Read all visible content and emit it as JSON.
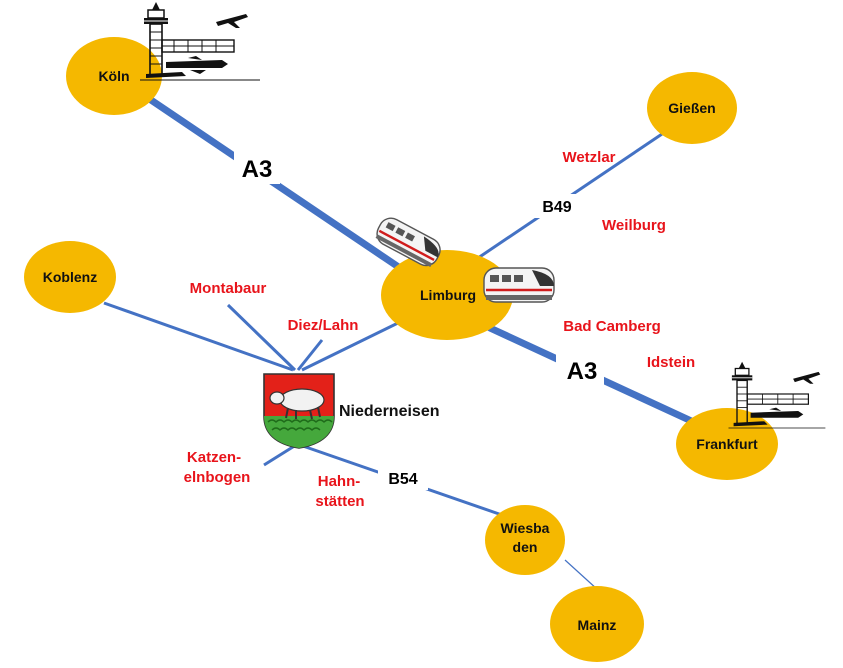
{
  "colors": {
    "city_fill": "#f5b800",
    "road_blue": "#4472c4",
    "road_thin_blue": "#5b7fc4",
    "place_red": "#e8141b",
    "shield_red": "#e32119",
    "shield_green": "#45a83c"
  },
  "cities": {
    "koeln": "Köln",
    "giessen": "Gießen",
    "koblenz": "Koblenz",
    "limburg": "Limburg",
    "frankfurt": "Frankfurt",
    "wiesbaden_line1": "Wiesba",
    "wiesbaden_line2": "den",
    "mainz": "Mainz"
  },
  "highlight": {
    "niederneisen": "Niederneisen"
  },
  "roads": {
    "a3_north": "A3",
    "a3_south": "A3",
    "b49": "B49",
    "b54": "B54"
  },
  "places": {
    "wetzlar": "Wetzlar",
    "weilburg": "Weilburg",
    "montabaur": "Montabaur",
    "diez": "Diez/Lahn",
    "bad_camberg": "Bad Camberg",
    "idstein": "Idstein",
    "katzen_line1": "Katzen-",
    "katzen_line2": "elnbogen",
    "hahn_line1": "Hahn-",
    "hahn_line2": "stätten"
  },
  "icons": [
    "airport-icon",
    "train-icon",
    "coat-of-arms-icon"
  ]
}
